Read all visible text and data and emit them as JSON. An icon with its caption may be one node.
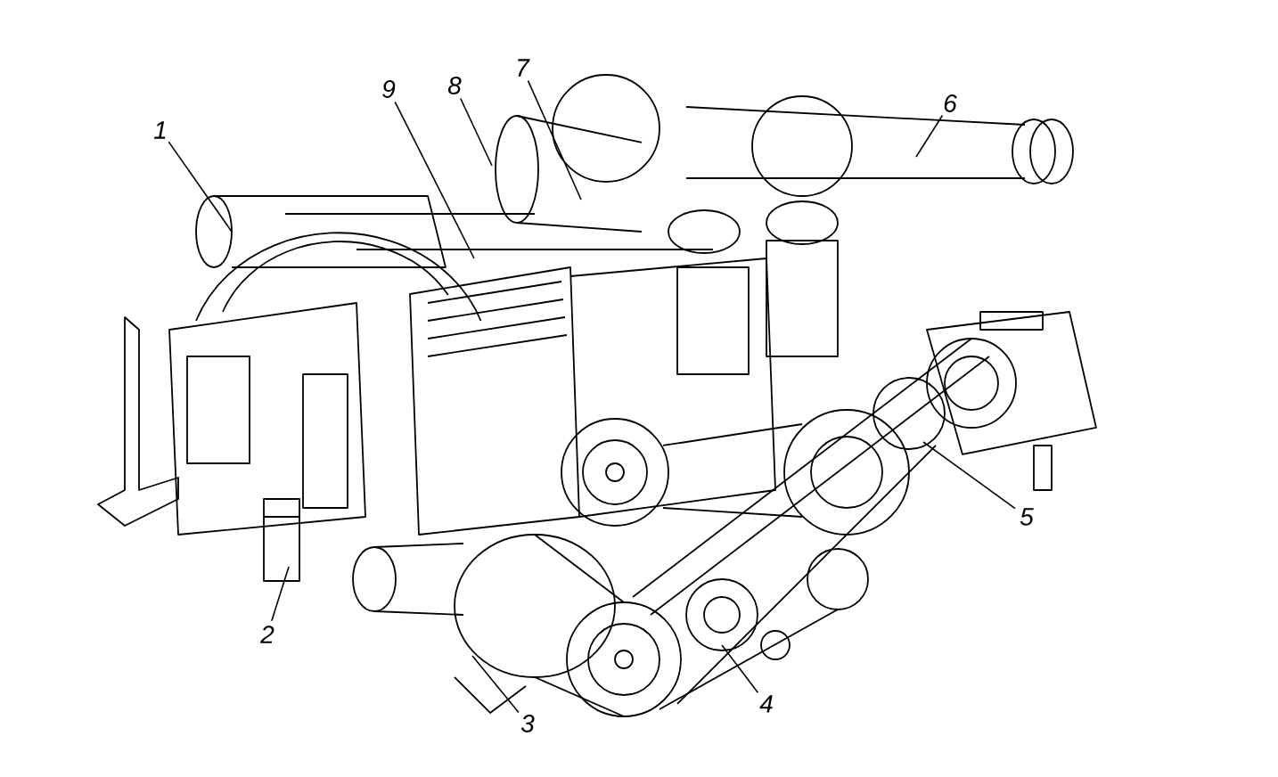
{
  "diagram": {
    "nodes": [
      {
        "text": [
          "1"
        ]
      },
      {
        "text": [
          "2"
        ]
      },
      {
        "text": [
          "3"
        ]
      },
      {
        "text": [
          "4"
        ]
      },
      {
        "text": [
          "5"
        ]
      },
      {
        "text": [
          "6"
        ]
      },
      {
        "text": [
          "7"
        ]
      },
      {
        "text": [
          "8"
        ]
      },
      {
        "text": [
          "9"
        ]
      }
    ],
    "edges": [
      {
        "from": 0,
        "to": null,
        "arrow": "none"
      },
      {
        "from": 1,
        "to": null,
        "arrow": "none"
      },
      {
        "from": 2,
        "to": null,
        "arrow": "none"
      },
      {
        "from": 3,
        "to": null,
        "arrow": "none"
      },
      {
        "from": 4,
        "to": null,
        "arrow": "none"
      },
      {
        "from": 5,
        "to": null,
        "arrow": "none"
      },
      {
        "from": 6,
        "to": null,
        "arrow": "none"
      },
      {
        "from": 7,
        "to": null,
        "arrow": "none"
      },
      {
        "from": 8,
        "to": null,
        "arrow": "none"
      }
    ]
  }
}
